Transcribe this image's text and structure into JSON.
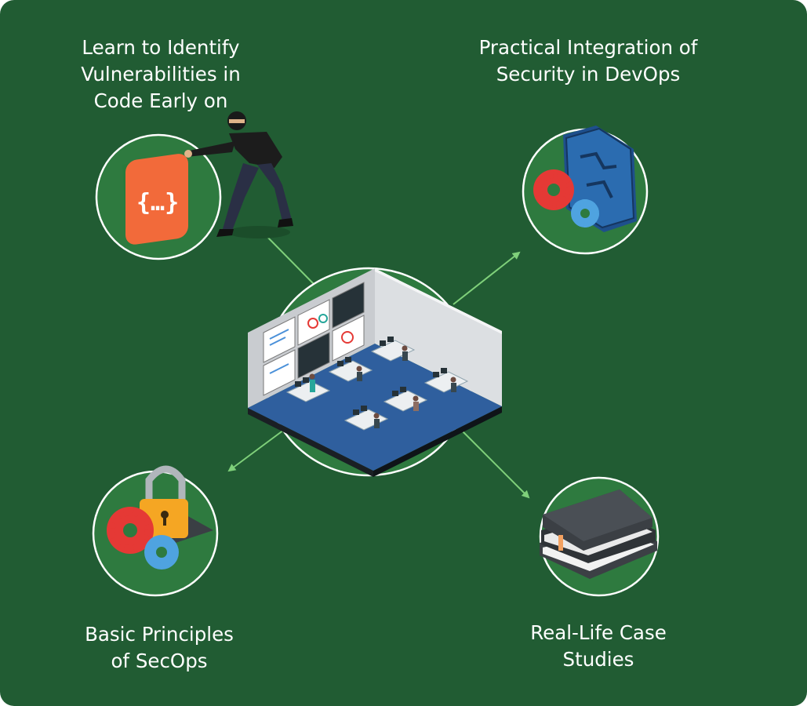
{
  "colors": {
    "background": "#215c33",
    "circle_fill": "#2e7a3f",
    "circle_stroke": "#ffffff",
    "arrow": "#7fd07a",
    "text": "#ffffff"
  },
  "center": {
    "icon": "security-operations-center-icon"
  },
  "topics": [
    {
      "label": "Learn to Identify\nVulnerabilities in\nCode Early on",
      "icon": "code-hacker-icon"
    },
    {
      "label": "Practical Integration of\nSecurity in DevOps",
      "icon": "gears-chip-icon"
    },
    {
      "label": "Basic Principles\nof SecOps",
      "icon": "padlock-gears-icon"
    },
    {
      "label": "Real-Life Case\nStudies",
      "icon": "books-icon"
    }
  ]
}
